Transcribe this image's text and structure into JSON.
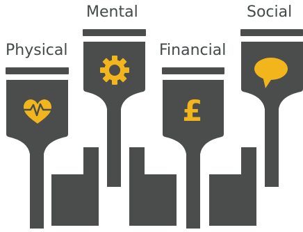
{
  "pillars": [
    {
      "label": "Physical",
      "icon": "heart-pulse-icon"
    },
    {
      "label": "Mental",
      "icon": "gear-icon"
    },
    {
      "label": "Financial",
      "icon": "pound-icon"
    },
    {
      "label": "Social",
      "icon": "speech-bubble-icon"
    }
  ],
  "colors": {
    "shape": "#4a4d4c",
    "icon": "#f2b51c",
    "text": "#444a4a",
    "background": "#ffffff"
  }
}
